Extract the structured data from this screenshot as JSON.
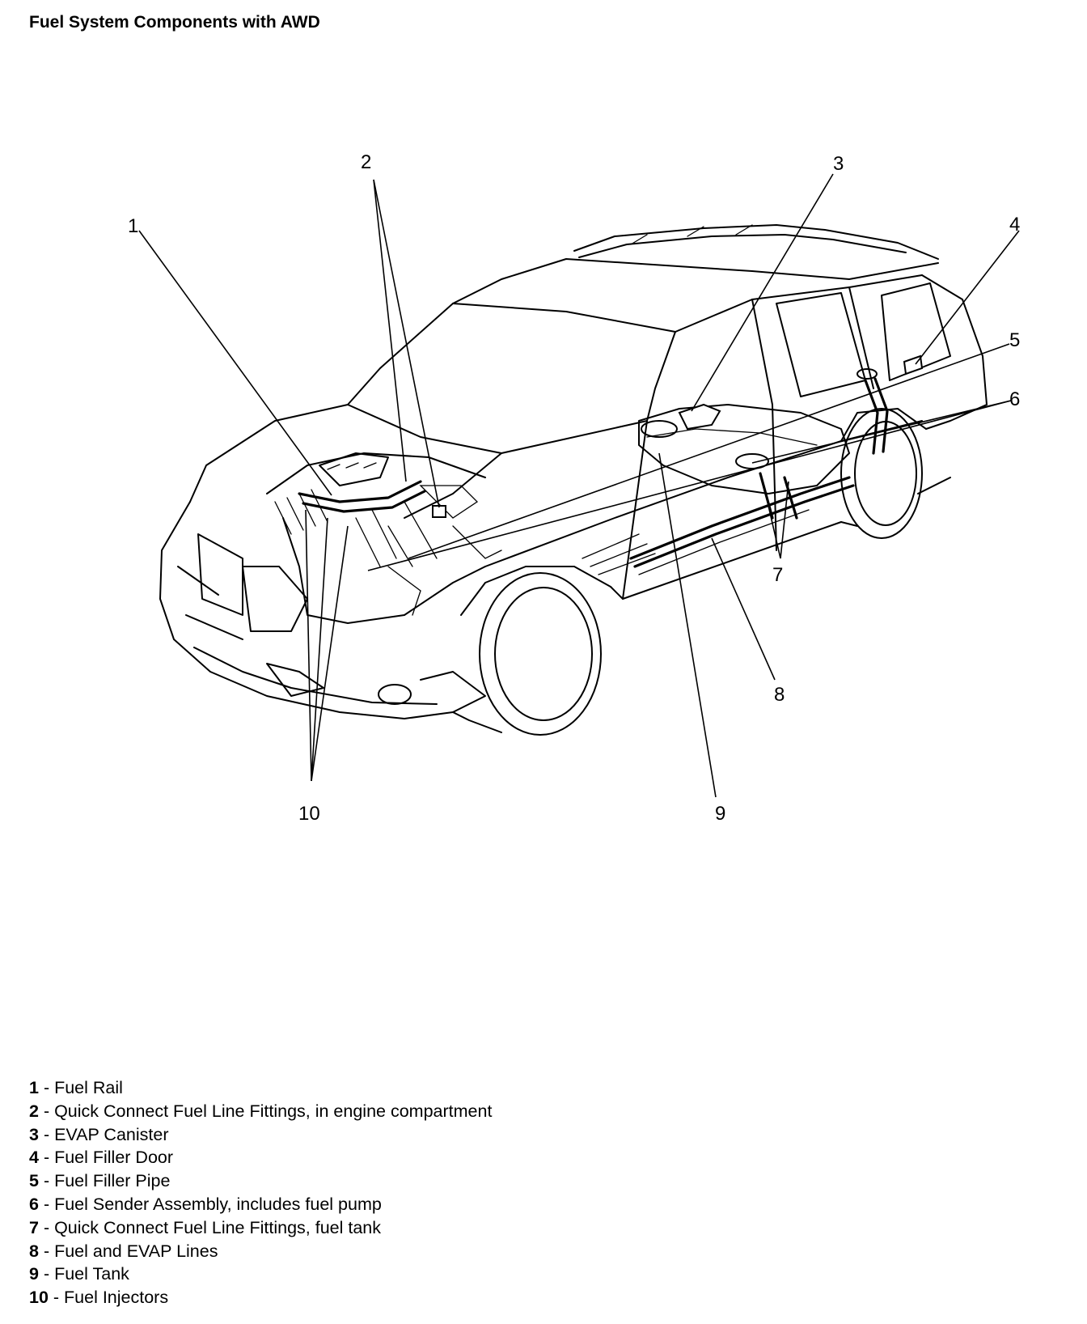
{
  "title": "Fuel System Components with AWD",
  "callouts": [
    "1",
    "2",
    "3",
    "4",
    "5",
    "6",
    "7",
    "8",
    "9",
    "10"
  ],
  "legend": [
    {
      "num": "1",
      "sep": " - ",
      "text": "Fuel Rail"
    },
    {
      "num": "2",
      "sep": " - ",
      "text": "Quick Connect Fuel Line Fittings, in engine compartment"
    },
    {
      "num": "3",
      "sep": " - ",
      "text": "EVAP Canister"
    },
    {
      "num": "4",
      "sep": " - ",
      "text": "Fuel Filler Door"
    },
    {
      "num": "5",
      "sep": " - ",
      "text": "Fuel Filler Pipe"
    },
    {
      "num": "6",
      "sep": " - ",
      "text": "Fuel Sender Assembly, includes fuel pump"
    },
    {
      "num": "7",
      "sep": " - ",
      "text": "Quick Connect Fuel Line Fittings, fuel tank"
    },
    {
      "num": "8",
      "sep": " - ",
      "text": "Fuel and EVAP Lines"
    },
    {
      "num": "9",
      "sep": " - ",
      "text": "Fuel Tank"
    },
    {
      "num": "10",
      "sep": " - ",
      "text": "Fuel Injectors"
    }
  ]
}
